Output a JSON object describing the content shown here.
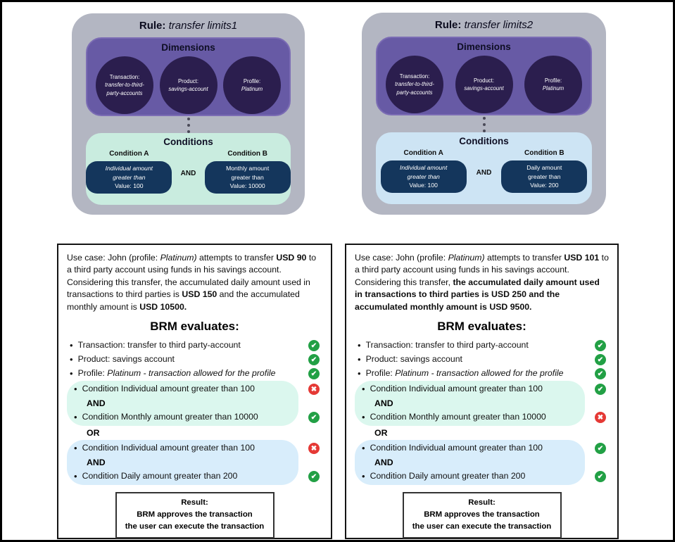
{
  "rules": [
    {
      "title_label": "Rule:",
      "title_value": "transfer limits1",
      "dimensions_title": "Dimensions",
      "dims": [
        {
          "label": "Transaction:",
          "value": "transfer-to-third-party-accounts"
        },
        {
          "label": "Product:",
          "value": "savings-account"
        },
        {
          "label": "Profile:",
          "value": "Platinum"
        }
      ],
      "conditions_title": "Conditions",
      "cond_a_label": "Condition A",
      "cond_a_line1": "Individual amount",
      "cond_a_line2": "greater than",
      "cond_a_line3": "Value: 100",
      "operator": "AND",
      "cond_b_label": "Condition B",
      "cond_b_line1": "Monthly amount",
      "cond_b_line2": "greater than",
      "cond_b_line3": "Value: 10000"
    },
    {
      "title_label": "Rule:",
      "title_value": "transfer limits2",
      "dimensions_title": "Dimensions",
      "dims": [
        {
          "label": "Transaction:",
          "value": "transfer-to-third-party-accounts"
        },
        {
          "label": "Product:",
          "value": "savings-account"
        },
        {
          "label": "Profile:",
          "value": "Platinum"
        }
      ],
      "conditions_title": "Conditions",
      "cond_a_label": "Condition A",
      "cond_a_line1": "Individual amount",
      "cond_a_line2": "greater than",
      "cond_a_line3": "Value: 100",
      "operator": "AND",
      "cond_b_label": "Condition B",
      "cond_b_line1": "Daily amount",
      "cond_b_line2": "greater than",
      "cond_b_line3": "Value: 200"
    }
  ],
  "use_cases": [
    {
      "intro": [
        {
          "t": "Use case: John (profile: "
        },
        {
          "t": "Platinum)"
        },
        {
          "t": " attempts to transfer "
        },
        {
          "t": "USD 90"
        },
        {
          "t": " to a third party account using funds in his savings account. Considering this transfer, the accumulated daily amount used in transactions to third parties is "
        },
        {
          "t": "USD 150"
        },
        {
          "t": " and the accumulated monthly amount is "
        },
        {
          "t": "USD 10500."
        }
      ],
      "evaluates_title": "BRM evaluates:",
      "items": [
        {
          "text": "Transaction: transfer to third party-account",
          "status": "pass"
        },
        {
          "text": "Product: savings account",
          "status": "pass"
        },
        {
          "prefix": "Profile: ",
          "italic": "Platinum - transaction allowed for the profile",
          "status": "pass"
        },
        {
          "text": "Condition Individual amount greater than 100",
          "status": "fail"
        },
        {
          "text": "Condition Monthly amount greater than 10000",
          "status": "pass"
        },
        {
          "text": "Condition Individual amount greater than 100",
          "status": "fail"
        },
        {
          "text": "Condition Daily amount greater than 200",
          "status": "pass"
        }
      ],
      "and_1": "AND",
      "or": "OR",
      "and_2": "AND",
      "result": {
        "label": "Result:",
        "line1": "BRM approves the transaction",
        "line2": "the user can execute the transaction"
      }
    },
    {
      "intro": [
        {
          "t": "Use case: John (profile: "
        },
        {
          "t": "Platinum)"
        },
        {
          "t": " attempts to transfer "
        },
        {
          "t": "USD 101"
        },
        {
          "t": " to a third party account using funds in his savings account. Considering this transfer, "
        },
        {
          "t": "the accumulated daily amount used in transactions to third parties is USD 250 and the accumulated monthly amount is USD 9500."
        }
      ],
      "evaluates_title": "BRM evaluates:",
      "items": [
        {
          "text": "Transaction: transfer to third party-account",
          "status": "pass"
        },
        {
          "text": "Product: savings account",
          "status": "pass"
        },
        {
          "prefix": "Profile: ",
          "italic": "Platinum - transaction allowed for the profile",
          "status": "pass"
        },
        {
          "text": "Condition Individual amount greater than 100",
          "status": "pass"
        },
        {
          "text": "Condition Monthly amount greater than 10000",
          "status": "fail"
        },
        {
          "text": "Condition Individual amount greater than 100",
          "status": "pass"
        },
        {
          "text": "Condition Daily amount greater than 200",
          "status": "pass"
        }
      ],
      "and_1": "AND",
      "or": "OR",
      "and_2": "AND",
      "result": {
        "label": "Result:",
        "line1": "BRM approves the transaction",
        "line2": "the user can execute the transaction"
      }
    }
  ]
}
